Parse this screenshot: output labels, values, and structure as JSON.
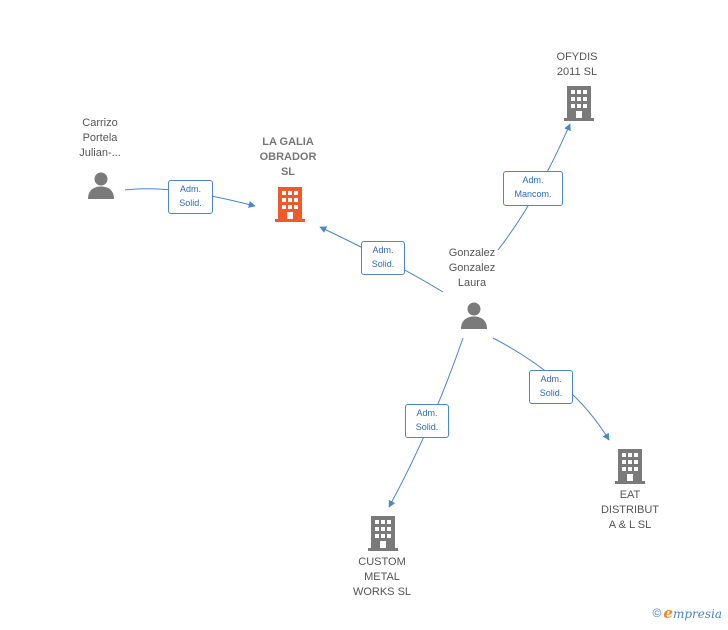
{
  "nodes": [
    {
      "id": "carrizo",
      "type": "person",
      "label": "Carrizo\nPortela\nJulian-...",
      "highlight": false
    },
    {
      "id": "lagalia",
      "type": "company",
      "label": "LA GALIA\nOBRADOR\nSL",
      "highlight": true
    },
    {
      "id": "ofydis",
      "type": "company",
      "label": "OFYDIS\n2011 SL",
      "highlight": false
    },
    {
      "id": "gonzalez",
      "type": "person",
      "label": "Gonzalez\nGonzalez\nLaura",
      "highlight": false
    },
    {
      "id": "eat",
      "type": "company",
      "label": "EAT\nDISTRIBUT\nA & L  SL",
      "highlight": false
    },
    {
      "id": "custom",
      "type": "company",
      "label": "CUSTOM\nMETAL\nWORKS SL",
      "highlight": false
    }
  ],
  "edges": [
    {
      "from": "carrizo",
      "to": "lagalia",
      "label": "Adm.\nSolid."
    },
    {
      "from": "gonzalez",
      "to": "lagalia",
      "label": "Adm.\nSolid."
    },
    {
      "from": "gonzalez",
      "to": "ofydis",
      "label": "Adm.\nMancom."
    },
    {
      "from": "gonzalez",
      "to": "eat",
      "label": "Adm.\nSolid."
    },
    {
      "from": "gonzalez",
      "to": "custom",
      "label": "Adm.\nSolid."
    }
  ],
  "colors": {
    "edge": "#4a86c8",
    "icon_default": "#7a7a7a",
    "icon_highlight": "#f05a28"
  },
  "footer": {
    "copyright_symbol": "©",
    "brand_initial": "e",
    "brand_rest": "mpresia"
  }
}
